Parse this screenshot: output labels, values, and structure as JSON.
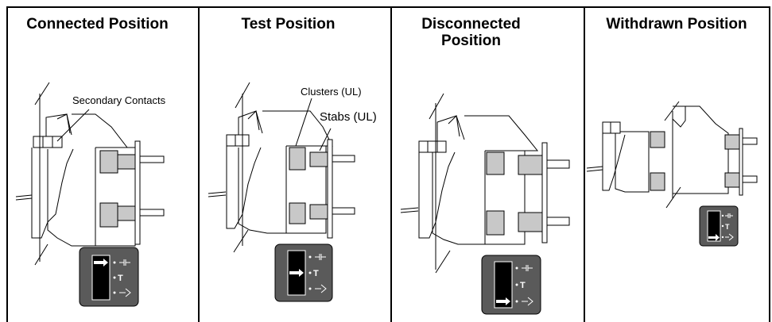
{
  "panels": [
    {
      "title": "Connected Position",
      "indicator": "connected"
    },
    {
      "title": "Test Position",
      "indicator": "test"
    },
    {
      "title": "Disconnected Position",
      "indicator": "disconnected"
    },
    {
      "title": "Withdrawn Position",
      "indicator": "withdrawn"
    }
  ],
  "labels": {
    "secondary_contacts": "Secondary Contacts",
    "clusters": "Clusters (UL)",
    "stabs": "Stabs (UL)"
  },
  "indicator_symbol_t": "T",
  "colors": {
    "border": "#000000",
    "stab_fill": "#c8c8c8",
    "indicator_bg": "#5a5a5a",
    "indicator_window": "#000000",
    "line": "#000000"
  }
}
